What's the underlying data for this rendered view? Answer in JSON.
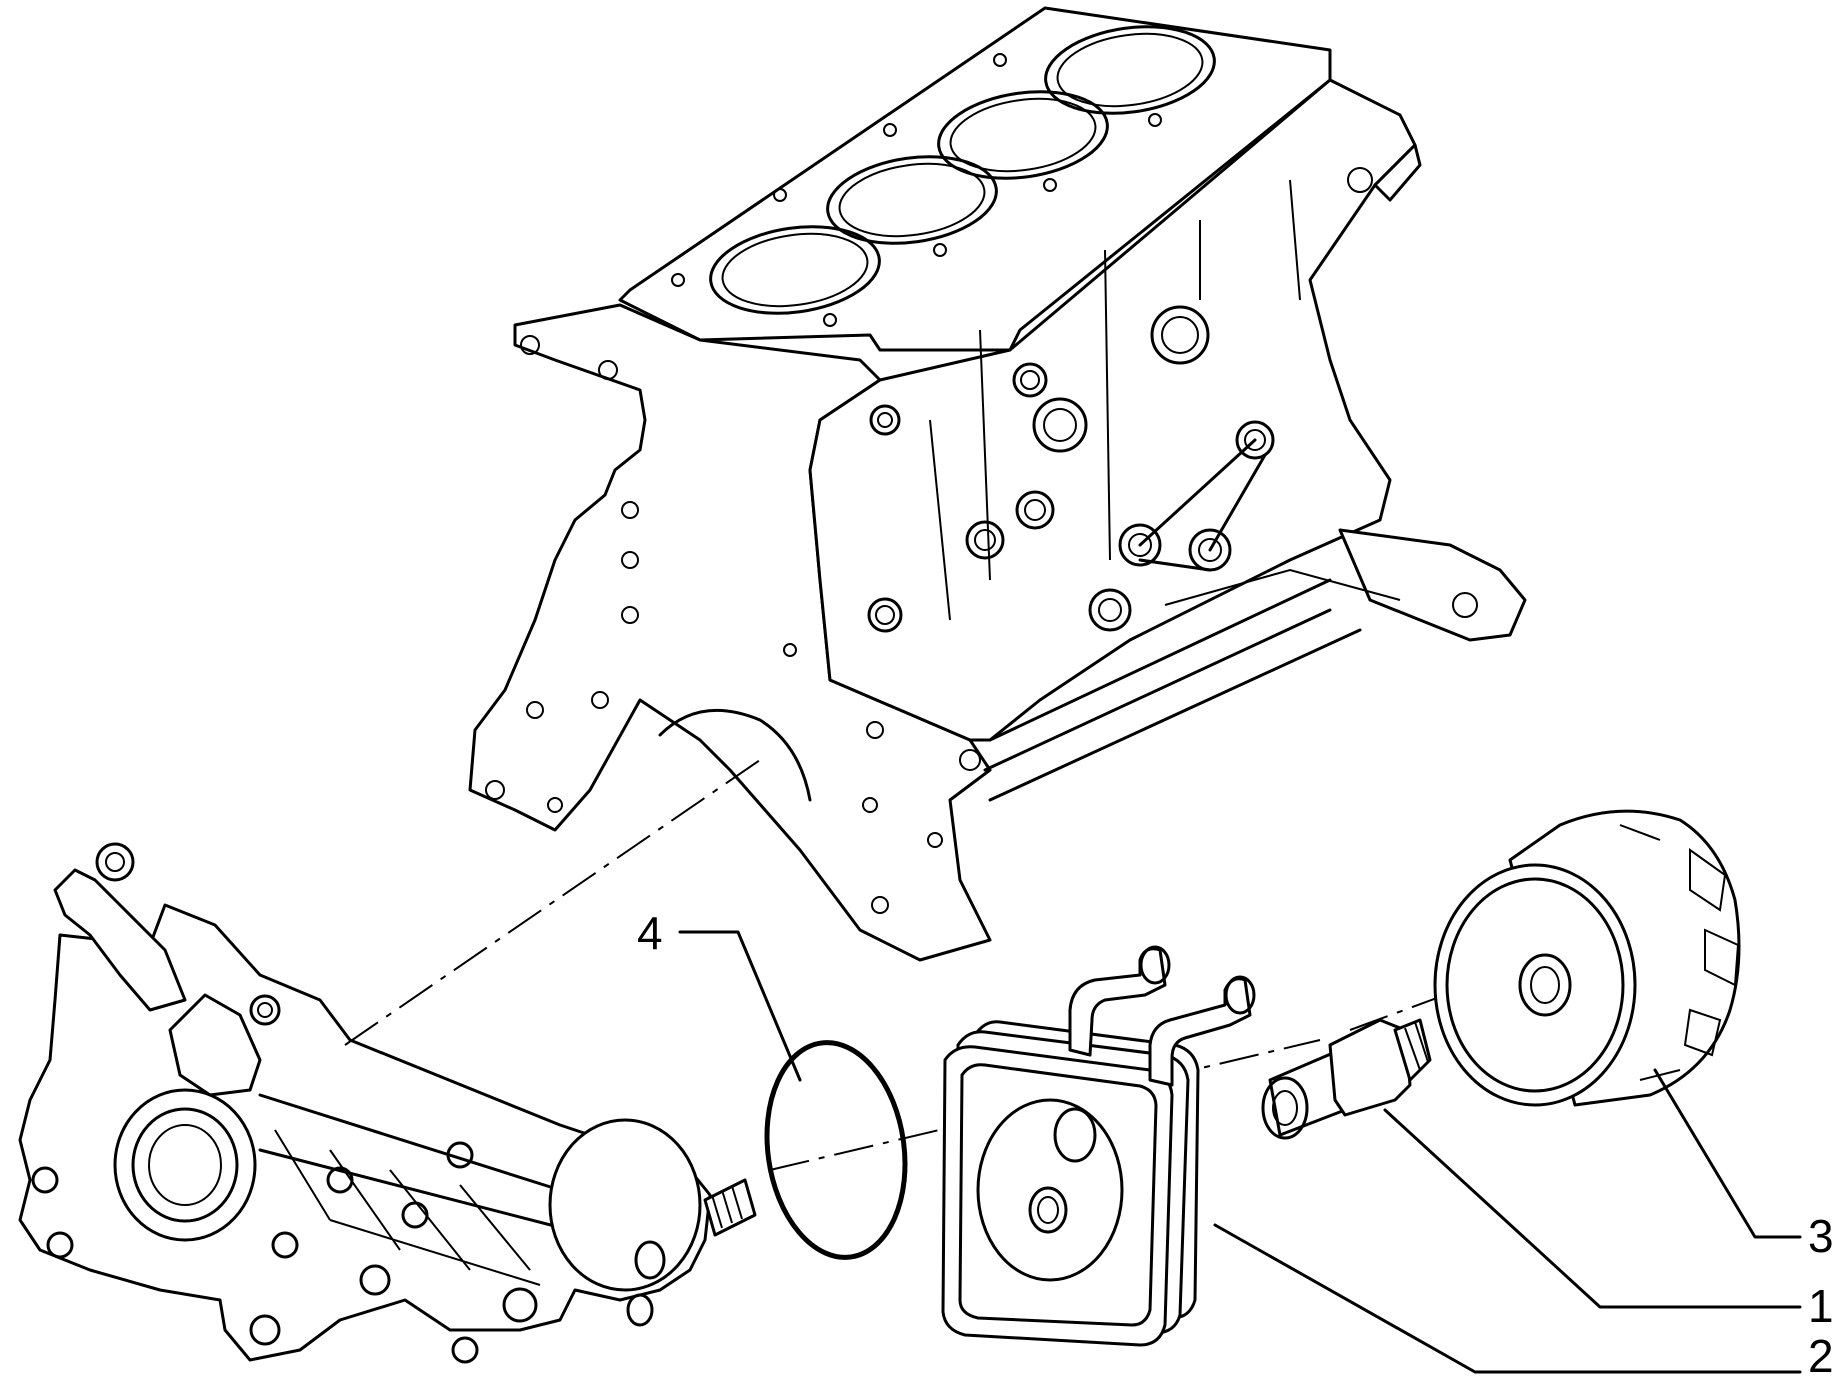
{
  "callouts": [
    {
      "id": "1",
      "label": "1"
    },
    {
      "id": "2",
      "label": "2"
    },
    {
      "id": "3",
      "label": "3"
    },
    {
      "id": "4",
      "label": "4"
    }
  ],
  "parts": {
    "engine_block": "engine-block",
    "oil_pump_housing": "oil-filter-support-housing",
    "seal_ring": "o-ring-seal",
    "heat_exchanger": "oil-cooler-heat-exchanger",
    "union_fitting": "threaded-union",
    "oil_filter": "oil-filter-cartridge"
  }
}
